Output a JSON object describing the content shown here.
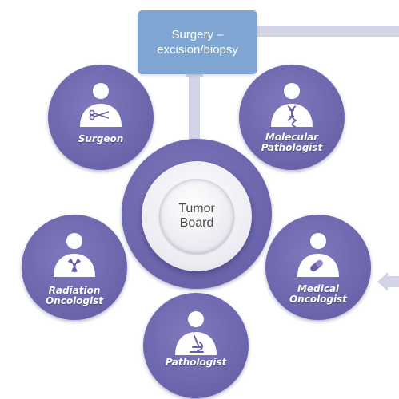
{
  "surgery": {
    "line1": "Surgery –",
    "line2": "excision/biopsy"
  },
  "center": {
    "line1": "Tumor",
    "line2": "Board"
  },
  "roles": {
    "surgeon": {
      "label": "Surgeon",
      "icon": "surgeon-with-scissors-icon"
    },
    "molecular_pathologist": {
      "line1": "Molecular",
      "line2": "Pathologist",
      "icon": "dna-doctor-icon"
    },
    "radiation_oncologist": {
      "line1": "Radiation",
      "line2": "Oncologist",
      "icon": "radiation-doctor-icon"
    },
    "medical_oncologist": {
      "line1": "Medical",
      "line2": "Oncologist",
      "icon": "pill-doctor-icon"
    },
    "pathologist": {
      "label": "Pathologist",
      "icon": "microscope-doctor-icon"
    }
  },
  "colors": {
    "node": "#7670b4",
    "node_dark": "#625ca3",
    "connector": "#d2d3e4",
    "surgery_box": "#7fa6d3"
  }
}
